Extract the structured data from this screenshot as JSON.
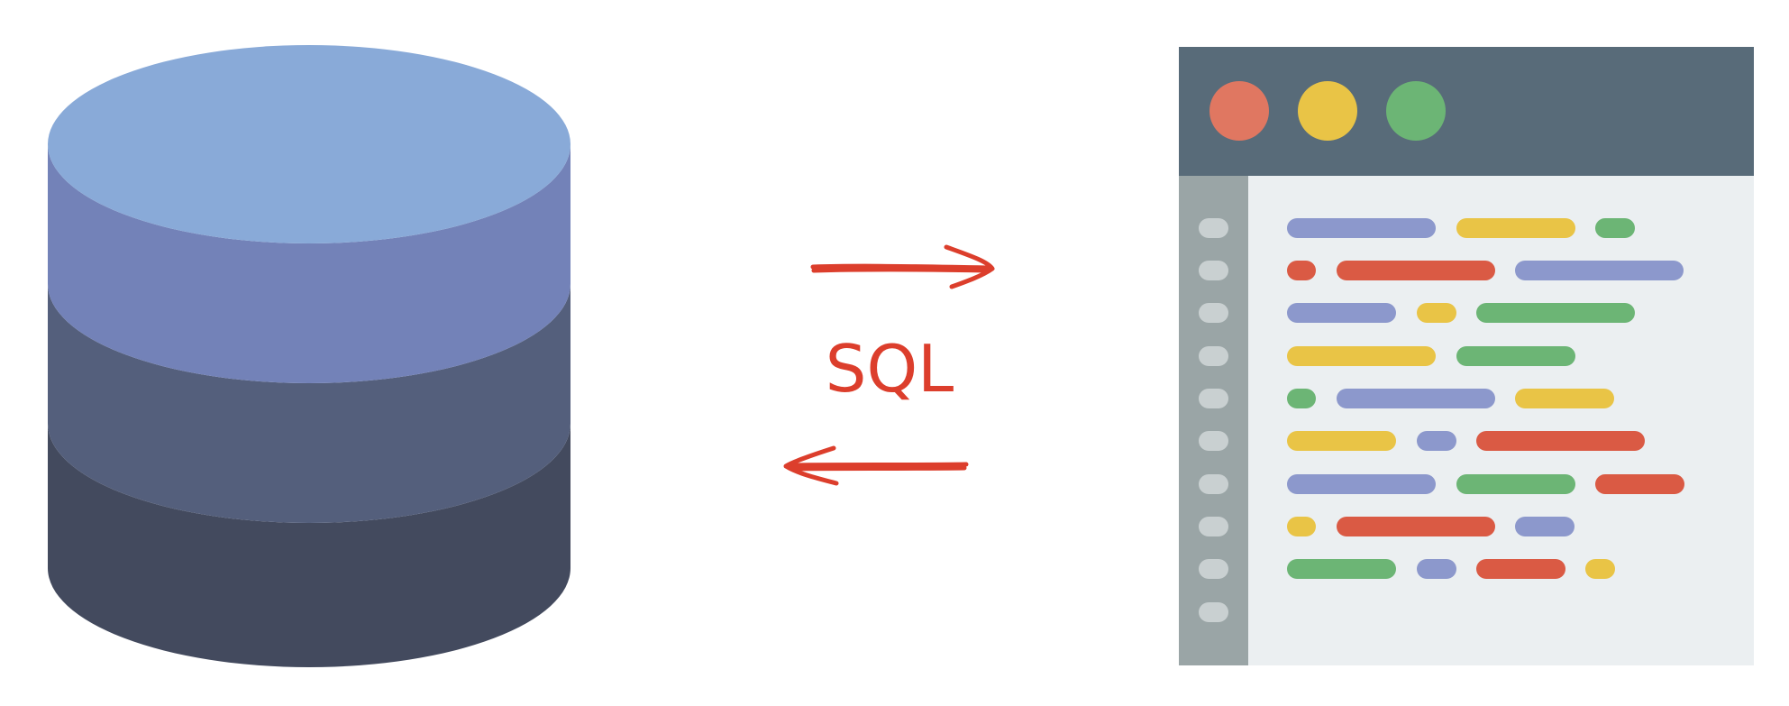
{
  "diagram": {
    "label": "SQL",
    "database": {
      "icon": "database-cylinder-icon",
      "layer_colors": [
        "#89aad8",
        "#7382b8",
        "#545f7c",
        "#434a5e"
      ]
    },
    "arrows": {
      "color": "#dc3e2c",
      "forward": "arrow-right-icon",
      "backward": "arrow-left-icon"
    },
    "editor": {
      "icon": "code-editor-icon",
      "titlebar_color": "#586b79",
      "gutter_color": "#9aa5a6",
      "gutter_mark_color": "#c9d0d1",
      "body_color": "#ebeff1",
      "window_buttons": [
        {
          "name": "close",
          "color": "#e07761"
        },
        {
          "name": "minimize",
          "color": "#e9c446"
        },
        {
          "name": "maximize",
          "color": "#6cb575"
        }
      ],
      "token_colors": {
        "blue": "#8c98cc",
        "yellow": "#e9c446",
        "green": "#6cb575",
        "red": "#da5a44"
      },
      "code_lines": [
        [
          "blue",
          "yellow",
          "green"
        ],
        [
          "red",
          "red",
          "blue"
        ],
        [
          "blue",
          "yellow",
          "green"
        ],
        [
          "yellow",
          "green"
        ],
        [
          "green",
          "blue",
          "yellow"
        ],
        [
          "yellow",
          "blue",
          "red"
        ],
        [
          "blue",
          "green",
          "red"
        ],
        [
          "yellow",
          "red",
          "blue"
        ],
        [
          "green",
          "blue",
          "red",
          "yellow"
        ],
        []
      ]
    }
  }
}
